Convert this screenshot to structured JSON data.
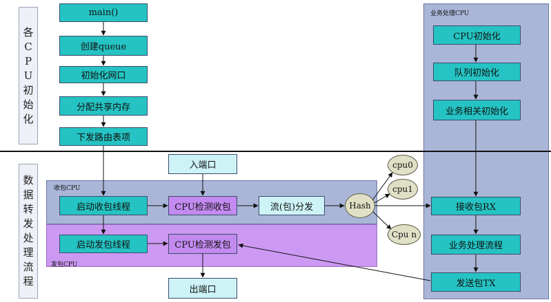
{
  "sections": {
    "init_label_chars": [
      "各",
      "C",
      "P",
      "U",
      "初",
      "始",
      "化"
    ],
    "forward_label_chars": [
      "数",
      "据",
      "转",
      "发",
      "处",
      "理",
      "流",
      "程"
    ]
  },
  "init_flow": [
    "main()",
    "创建queue",
    "初始化网口",
    "分配共享内存",
    "下发路由表项"
  ],
  "business_cpu": {
    "label": "业务处理CPU",
    "init_steps": [
      "CPU初始化",
      "队列初始化",
      "业务相关初始化"
    ],
    "process_steps": [
      "接收包RX",
      "业务处理流程",
      "发送包TX"
    ]
  },
  "rx_cpu": {
    "label": "收包CPU",
    "thread": "启动收包线程",
    "detect": "CPU检测收包",
    "dispatch": "流(包)分发",
    "hash": "Hash"
  },
  "tx_cpu": {
    "label": "发包CPU",
    "thread": "启动发包线程",
    "detect": "CPU检测发包"
  },
  "ports": {
    "in": "入端口",
    "out": "出端口"
  },
  "cpus": [
    "cpu0",
    "cpu1",
    "Cpu n"
  ],
  "colors": {
    "teal": "#25c3c3",
    "light_cyan": "#cdf3f7",
    "purple_box": "#c38af0",
    "purple_region": "#cc99f2",
    "blue_region": "#aab6d8",
    "ellipse": "#dfe0c6"
  }
}
